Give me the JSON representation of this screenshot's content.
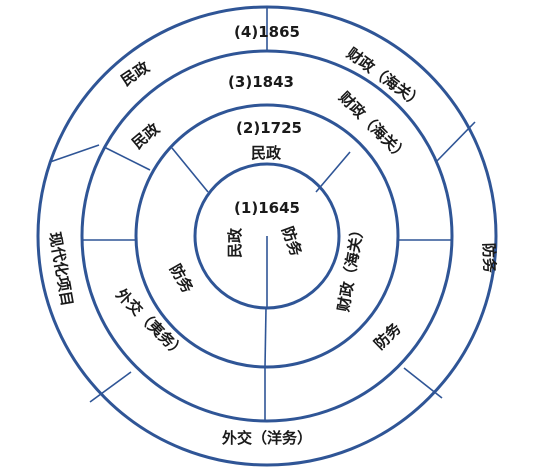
{
  "rings": [
    {
      "year": "(4)1865",
      "sectors": [
        "民政",
        "财政（海关）",
        "防务",
        "外交（洋务）",
        "现代化项目"
      ]
    },
    {
      "year": "(3)1843",
      "sectors": [
        "民政",
        "财政（海关）",
        "防务",
        "外交（夷务）"
      ]
    },
    {
      "year": "(2)1725",
      "sectors": [
        "民政",
        "财政（海关）",
        "防务"
      ]
    },
    {
      "year": "(1)1645",
      "sectors": [
        "民政",
        "防务"
      ]
    }
  ],
  "colors": {
    "ring": "#2f5596",
    "text": "#1a1a1a"
  }
}
